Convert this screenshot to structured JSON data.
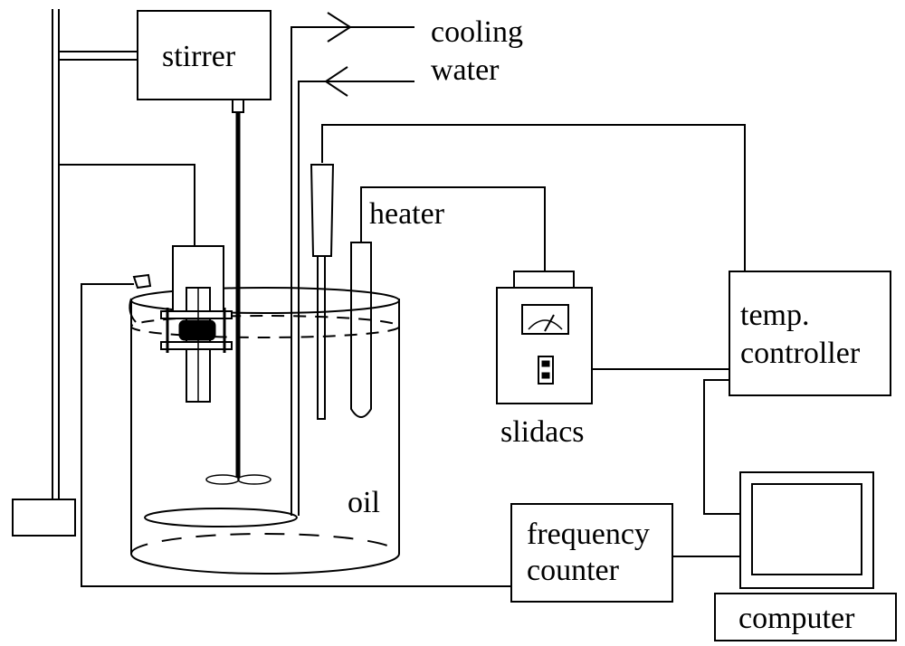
{
  "labels": {
    "stirrer": "stirrer",
    "cooling": "cooling",
    "water": "water",
    "heater": "heater",
    "slidacs": "slidacs",
    "temp": "temp.",
    "controller": "controller",
    "oil": "oil",
    "frequency": "frequency",
    "counter": "counter",
    "computer": "computer"
  }
}
